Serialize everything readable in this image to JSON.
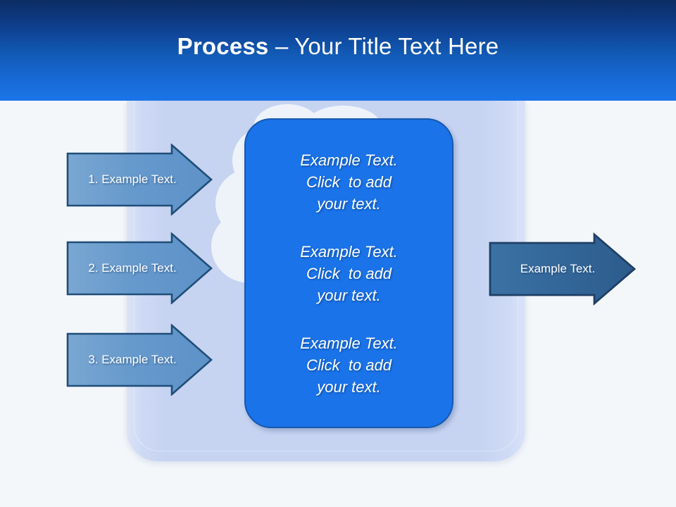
{
  "slide": {
    "title_strong": "Process",
    "title_light": " – Your Title Text Here"
  },
  "colors": {
    "header_top": "#0c2c63",
    "header_bottom": "#1b74e2",
    "accent_bar": "#1a73e8",
    "backdrop_panel": "#c6d3f1",
    "cloud": "#eef3fa",
    "center_panel_fill": "#1a73e8",
    "center_panel_border": "#1558b0",
    "input_arrow_fill": "#6699cc",
    "input_arrow_border": "#1f4e79",
    "output_arrow_fill": "#336699",
    "output_arrow_border": "#1f3f66",
    "page_background": "#f4f7fa",
    "text_white": "#ffffff"
  },
  "input_arrows": [
    {
      "label": "1. Example Text."
    },
    {
      "label": "2. Example Text."
    },
    {
      "label": "3. Example Text."
    }
  ],
  "center_blocks": [
    {
      "text": "Example Text.\nClick  to add\nyour text."
    },
    {
      "text": "Example Text.\nClick  to add\nyour text."
    },
    {
      "text": "Example Text.\nClick  to add\nyour text."
    }
  ],
  "output_arrow": {
    "label": "Example Text."
  }
}
